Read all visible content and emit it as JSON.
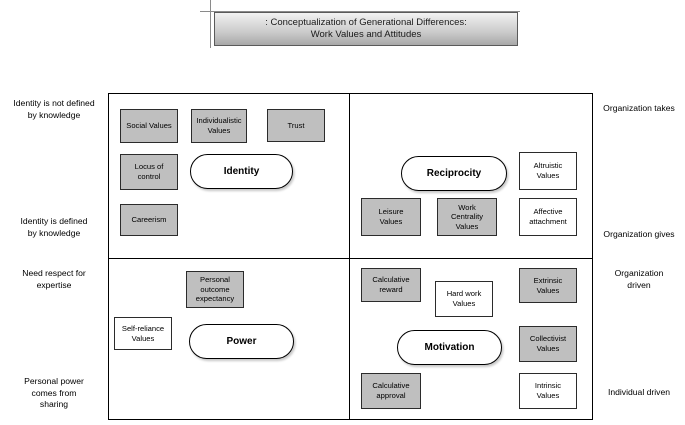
{
  "title": {
    "text": ": Conceptualization of Generational Differences:\nWork Values and Attitudes"
  },
  "axis_labels": {
    "left": [
      {
        "name": "identity-not-defined",
        "text": "Identity is not defined\nby knowledge"
      },
      {
        "name": "identity-defined",
        "text": "Identity is defined\nby knowledge"
      },
      {
        "name": "need-respect-expertise",
        "text": "Need respect for\nexpertise"
      },
      {
        "name": "personal-power-sharing",
        "text": "Personal power\ncomes from\nsharing"
      }
    ],
    "right": [
      {
        "name": "organization-takes",
        "text": "Organization takes"
      },
      {
        "name": "organization-gives",
        "text": "Organization gives"
      },
      {
        "name": "organization-driven",
        "text": "Organization\ndriven"
      },
      {
        "name": "individual-driven",
        "text": "Individual driven"
      }
    ]
  },
  "quadrants": [
    {
      "name": "identity",
      "core": "Identity",
      "nodes": [
        {
          "name": "social-values",
          "text": "Social Values",
          "fill": "gray"
        },
        {
          "name": "individualistic-values",
          "text": "Individualistic\nValues",
          "fill": "gray"
        },
        {
          "name": "trust",
          "text": "Trust",
          "fill": "gray"
        },
        {
          "name": "locus-of-control",
          "text": "Locus of\ncontrol",
          "fill": "gray"
        },
        {
          "name": "careerism",
          "text": "Careerism",
          "fill": "gray"
        }
      ]
    },
    {
      "name": "reciprocity",
      "core": "Reciprocity",
      "nodes": [
        {
          "name": "altruistic-values",
          "text": "Altruistic\nValues",
          "fill": "white"
        },
        {
          "name": "leisure-values",
          "text": "Leisure\nValues",
          "fill": "gray"
        },
        {
          "name": "work-centrality-values",
          "text": "Work\nCentrality\nValues",
          "fill": "gray"
        },
        {
          "name": "affective-attachment",
          "text": "Affective\nattachment",
          "fill": "white"
        }
      ]
    },
    {
      "name": "power",
      "core": "Power",
      "nodes": [
        {
          "name": "personal-outcome-expectancy",
          "text": "Personal\noutcome\nexpectancy",
          "fill": "gray"
        },
        {
          "name": "self-reliance-values",
          "text": "Self-reliance\nValues",
          "fill": "white"
        }
      ]
    },
    {
      "name": "motivation",
      "core": "Motivation",
      "nodes": [
        {
          "name": "calculative-reward",
          "text": "Calculative\nreward",
          "fill": "gray"
        },
        {
          "name": "hard-work-values",
          "text": "Hard work\nValues",
          "fill": "white"
        },
        {
          "name": "extrinsic-values",
          "text": "Extrinsic\nValues",
          "fill": "gray"
        },
        {
          "name": "collectivist-values",
          "text": "Collectivist\nValues",
          "fill": "gray"
        },
        {
          "name": "calculative-approval",
          "text": "Calculative\napproval",
          "fill": "gray"
        },
        {
          "name": "intrinsic-values",
          "text": "Intrinsic\nValues",
          "fill": "white"
        }
      ]
    }
  ],
  "colors": {
    "node_gray": "#bfbfbf",
    "node_white": "#ffffff",
    "border": "#2b2b2b",
    "frame": "#000000"
  }
}
